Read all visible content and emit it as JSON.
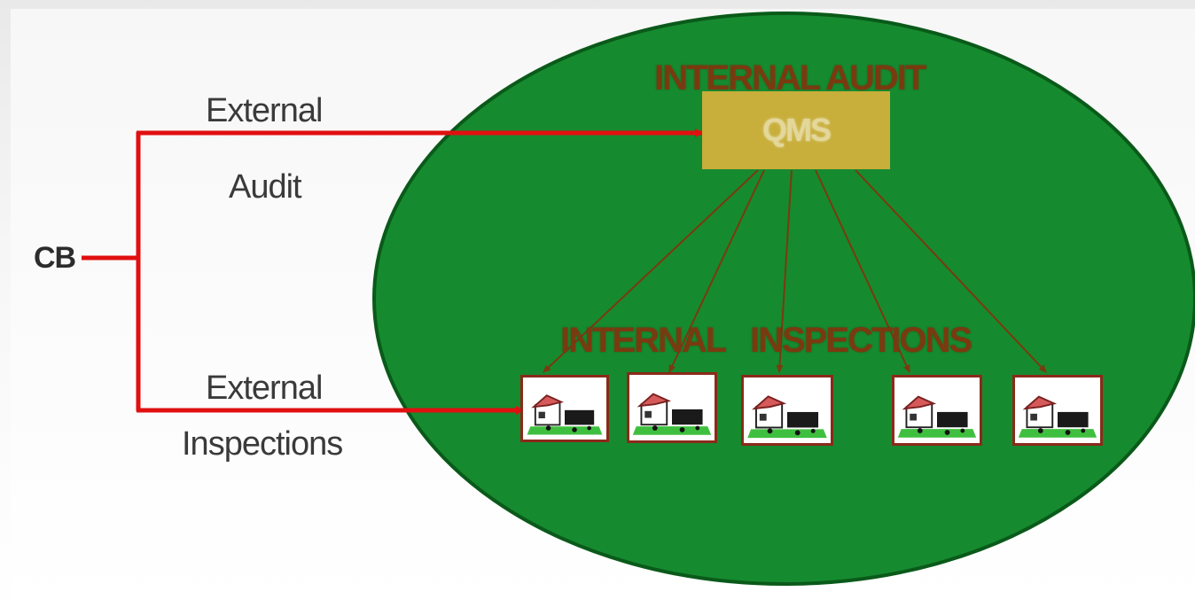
{
  "source": {
    "label": "CB"
  },
  "external_audit": {
    "line1": "External",
    "line2": "Audit"
  },
  "external_inspections": {
    "line1": "External",
    "line2": "Inspections"
  },
  "organisation": {
    "internal_audit_title": "INTERNAL AUDIT",
    "qms_label": "QMS",
    "internal_inspections_left": "INTERNAL",
    "internal_inspections_right": "INSPECTIONS",
    "sites": [
      {
        "icon": "farm-icon"
      },
      {
        "icon": "farm-icon"
      },
      {
        "icon": "farm-icon"
      },
      {
        "icon": "farm-icon"
      },
      {
        "icon": "farm-icon"
      }
    ]
  },
  "colors": {
    "ellipse_fill": "#168a2f",
    "ellipse_stroke": "#0a5a1a",
    "arrow_red": "#e01010",
    "connector_brown": "#7a3a10",
    "qms_fill": "#c8ae3a"
  }
}
